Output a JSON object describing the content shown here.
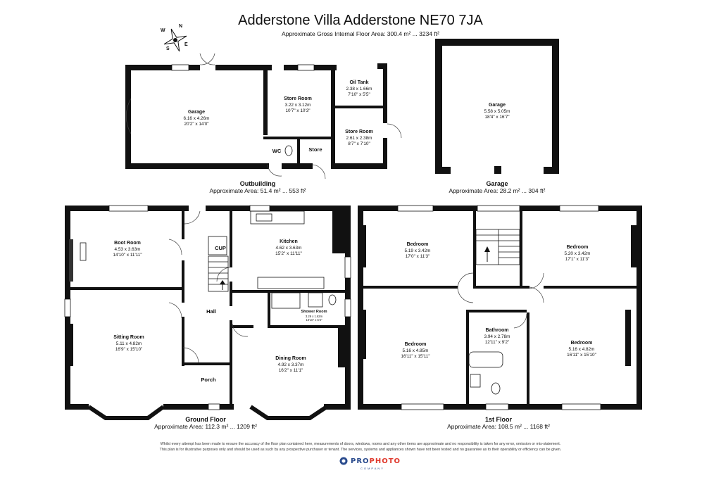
{
  "header": {
    "title": "Adderstone Villa Adderstone NE70 7JA",
    "gross_area": "Approximate Gross Internal Floor Area: 300.4 m² ... 3234 ft²"
  },
  "compass": {
    "n": "N",
    "e": "E",
    "s": "S",
    "w": "W"
  },
  "sections": {
    "outbuilding": {
      "name": "Outbuilding",
      "area": "Approximate Area: 51.4 m² ... 553 ft²"
    },
    "garage": {
      "name": "Garage",
      "area": "Approximate Area: 28.2 m² ... 304 ft²"
    },
    "ground": {
      "name": "Ground Floor",
      "area": "Approximate Area: 112.3 m² ... 1209 ft²"
    },
    "first": {
      "name": "1st Floor",
      "area": "Approximate Area: 108.5 m² ... 1168 ft²"
    }
  },
  "rooms": {
    "out_garage": {
      "name": "Garage",
      "metric": "6.16 x 4.26m",
      "imperial": "20'2\" x 14'0\""
    },
    "out_store1": {
      "name": "Store Room",
      "metric": "3.22 x 3.12m",
      "imperial": "10'7\" x 10'3\""
    },
    "out_oil": {
      "name": "Oil Tank",
      "metric": "2.38 x 1.66m",
      "imperial": "7'10\" x 5'5\""
    },
    "out_store2": {
      "name": "Store Room",
      "metric": "2.61 x 2.38m",
      "imperial": "8'7\" x 7'10\""
    },
    "out_wc": {
      "name": "WC"
    },
    "out_store3": {
      "name": "Store"
    },
    "garage": {
      "name": "Garage",
      "metric": "5.58 x 5.05m",
      "imperial": "18'4\" x 16'7\""
    },
    "boot": {
      "name": "Boot Room",
      "metric": "4.53 x 3.63m",
      "imperial": "14'10\" x 11'11\""
    },
    "kitchen": {
      "name": "Kitchen",
      "metric": "4.62 x 3.63m",
      "imperial": "15'2\" x 11'11\""
    },
    "cup": {
      "name": "CUP"
    },
    "hall": {
      "name": "Hall"
    },
    "shower": {
      "name": "Shower Room",
      "metric": "3.29 x 1.62m",
      "imperial": "10'10\" x 5'4\""
    },
    "sitting": {
      "name": "Sitting Room",
      "metric": "5.11 x 4.82m",
      "imperial": "16'9\" x 15'10\""
    },
    "dining": {
      "name": "Dining Room",
      "metric": "4.92 x 3.37m",
      "imperial": "16'2\" x 11'1\""
    },
    "porch": {
      "name": "Porch"
    },
    "bed1": {
      "name": "Bedroom",
      "metric": "5.19 x 3.42m",
      "imperial": "17'0\" x 11'3\""
    },
    "bed2": {
      "name": "Bedroom",
      "metric": "5.20 x 3.42m",
      "imperial": "17'1\" x 11'3\""
    },
    "bed3": {
      "name": "Bedroom",
      "metric": "5.16 x 4.85m",
      "imperial": "16'11\" x 15'11\""
    },
    "bath": {
      "name": "Bathroom",
      "metric": "3.94 x 2.78m",
      "imperial": "12'11\" x 9'2\""
    },
    "bed4": {
      "name": "Bedroom",
      "metric": "5.16 x 4.82m",
      "imperial": "16'11\" x 15'10\""
    }
  },
  "footer": {
    "disclaimer_1": "Whilst every attempt has been made to ensure the accuracy of the floor plan contained here, measurements of doors, windows, rooms and any other items are approximate and no responsibility is taken for any error, omission or mis-statement.",
    "disclaimer_2": "This plan is for illustrative purposes only and should be used as such by any prospective purchaser or tenant. The services, systems and appliances shown have not been tested and no guarantee as to their operability or efficiency can be given.",
    "logo_a": "PRO",
    "logo_b": "PHOTO",
    "logo_sub": "COMPANY"
  }
}
